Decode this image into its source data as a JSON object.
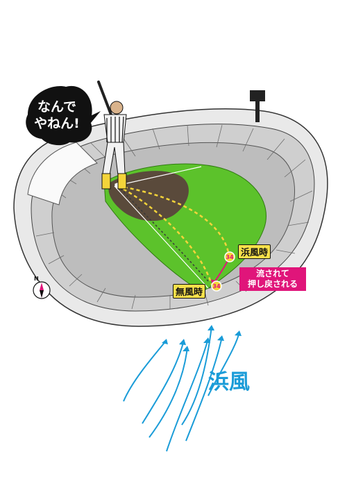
{
  "speech_bubble": {
    "line1": "なんで",
    "line2": "やねん!"
  },
  "labels": {
    "hamakaze_time": "浜風時",
    "no_wind_time": "無風時",
    "pushed_back_line1": "流されて",
    "pushed_back_line2": "押し戻される",
    "wind": "浜風"
  },
  "compass": {
    "north": "N"
  },
  "colors": {
    "field_green": "#5cc22b",
    "infield_dirt": "#5a4a3b",
    "trajectory_yellow": "#f4d43a",
    "wind_blue": "#1a9cd8",
    "pink_box": "#e0157a"
  }
}
